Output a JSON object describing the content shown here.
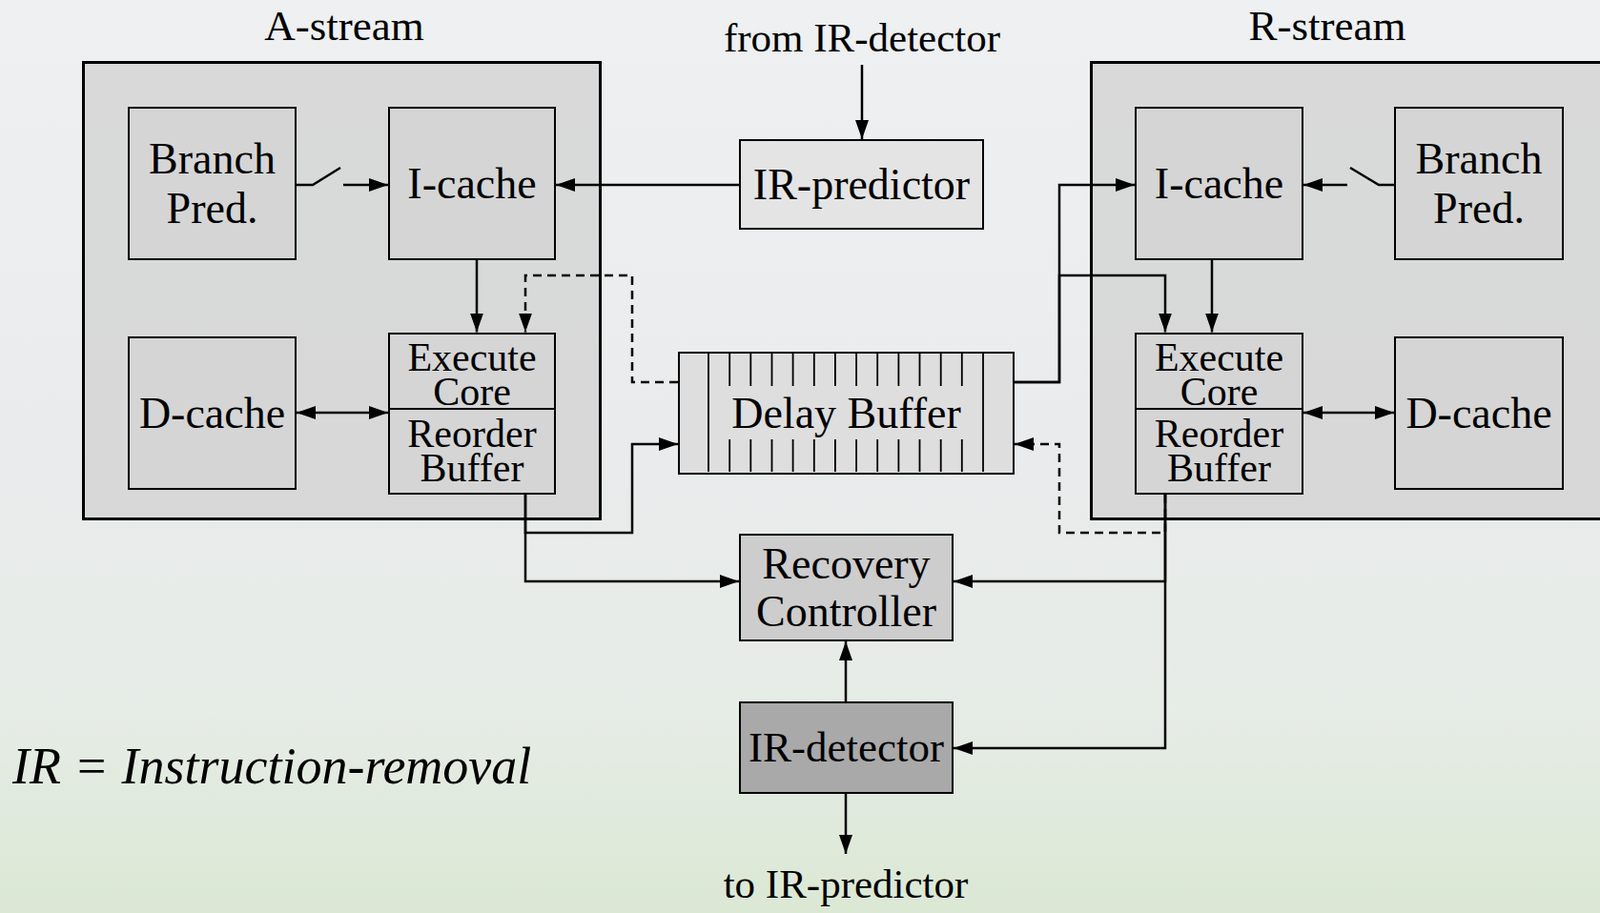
{
  "diagram": {
    "nodes": [
      {
        "text": [
          "A-stream"
        ]
      },
      {
        "text": [
          "Branch Pred."
        ],
        "in": 0
      },
      {
        "text": [
          "I-cache"
        ],
        "in": 0
      },
      {
        "text": [
          "D-cache"
        ],
        "in": 0
      },
      {
        "text": [
          "Execute Core"
        ],
        "in": 0
      },
      {
        "text": [
          "Reorder Buffer"
        ],
        "in": 0
      },
      {
        "text": [
          "IR-predictor"
        ]
      },
      {
        "text": [
          "R-stream"
        ]
      },
      {
        "text": [
          "I-cache"
        ],
        "in": 7
      },
      {
        "text": [
          "Branch Pred."
        ],
        "in": 7
      },
      {
        "text": [
          "Execute Core"
        ],
        "in": 7
      },
      {
        "text": [
          "Reorder Buffer"
        ],
        "in": 7
      },
      {
        "text": [
          "D-cache"
        ],
        "in": 7
      },
      {
        "text": [
          "Delay Buffer"
        ]
      },
      {
        "text": [
          "Recovery Controller"
        ]
      },
      {
        "text": [
          "IR-detector"
        ]
      }
    ],
    "edges": [
      {
        "from": 1,
        "to": 2,
        "arrow": "to"
      },
      {
        "from": 6,
        "to": 2,
        "arrow": "to"
      },
      {
        "from": 2,
        "to": 4,
        "arrow": "to"
      },
      {
        "from": 13,
        "to": 4,
        "arrow": "to"
      },
      {
        "from": 3,
        "to": 4,
        "arrow": "both"
      },
      {
        "from": 5,
        "to": 13,
        "arrow": "to"
      },
      {
        "from": 5,
        "to": 14,
        "arrow": "to"
      },
      {
        "from": 13,
        "to": 8,
        "arrow": "to"
      },
      {
        "from": 13,
        "to": 10,
        "arrow": "to"
      },
      {
        "from": 9,
        "to": 8,
        "arrow": "to"
      },
      {
        "from": 8,
        "to": 10,
        "arrow": "to"
      },
      {
        "from": 10,
        "to": 12,
        "arrow": "both"
      },
      {
        "from": 11,
        "to": 13,
        "arrow": "to"
      },
      {
        "from": 11,
        "to": 14,
        "arrow": "to"
      },
      {
        "from": 11,
        "to": 15,
        "arrow": "to"
      },
      {
        "from": 15,
        "to": 14,
        "arrow": "to"
      }
    ],
    "labels": [
      "from IR-detector",
      "to IR-predictor",
      "IR = Instruction-removal"
    ]
  }
}
